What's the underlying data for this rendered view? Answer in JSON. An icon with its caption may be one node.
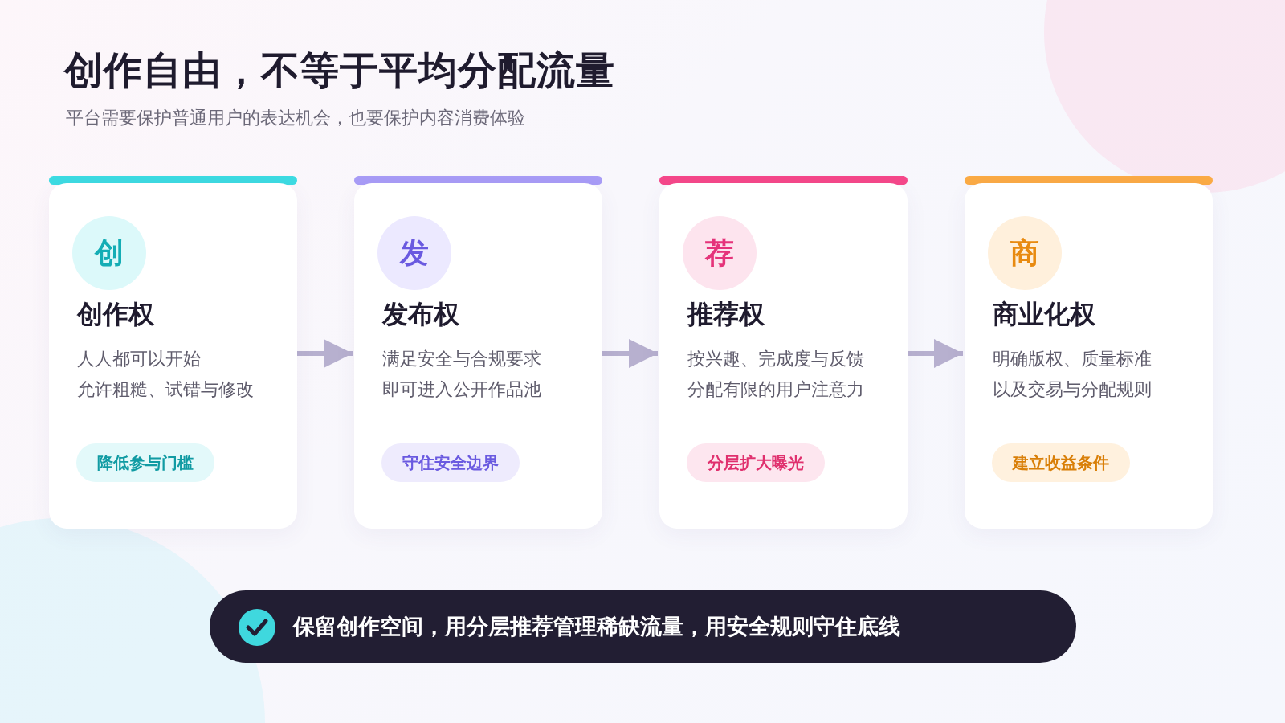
{
  "diagram": {
    "title": "创作自由，不等于平均分配流量",
    "nodes": [
      {
        "text": [
          "创",
          "创作权",
          "人人都可以开始",
          "允许粗糙、试错与修改",
          "降低参与门槛"
        ]
      },
      {
        "text": [
          "发",
          "发布权",
          "满足安全与合规要求",
          "即可进入公开作品池",
          "守住安全边界"
        ]
      },
      {
        "text": [
          "荐",
          "推荐权",
          "按兴趣、完成度与反馈",
          "分配有限的用户注意力",
          "分层扩大曝光"
        ]
      },
      {
        "text": [
          "商",
          "商业化权",
          "明确版权、质量标准",
          "以及交易与分配规则",
          "建立收益条件"
        ]
      },
      {
        "text": [
          "保留创作空间，用分层推荐管理稀缺流量，用安全规则守住底线"
        ]
      }
    ],
    "edges": [
      {
        "from": 0,
        "to": 1,
        "arrow": "to"
      },
      {
        "from": 1,
        "to": 2,
        "arrow": "to"
      },
      {
        "from": 2,
        "to": 3,
        "arrow": "to"
      }
    ],
    "labels": [
      "平台需要保护普通用户的表达机会，也要保护内容消费体验"
    ]
  }
}
